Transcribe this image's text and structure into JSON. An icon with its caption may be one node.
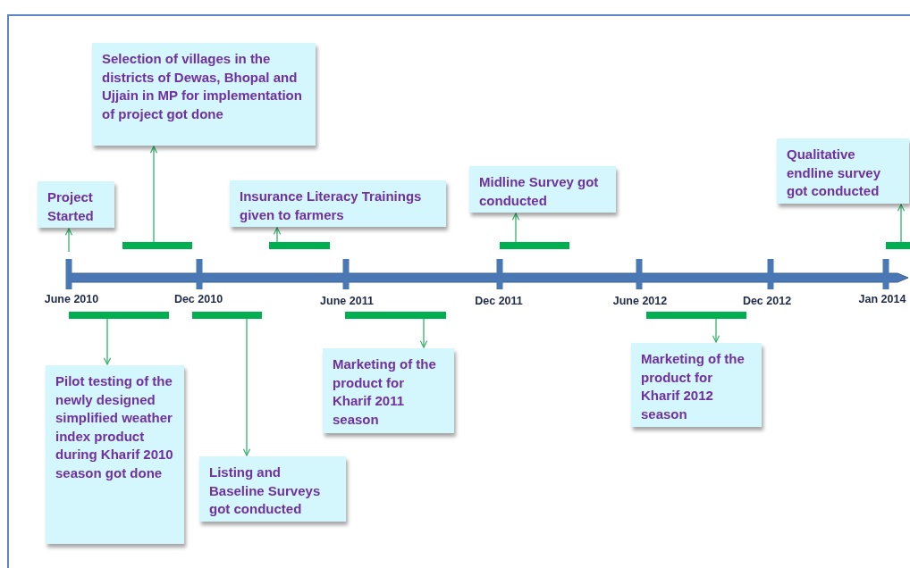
{
  "diagram": {
    "nodes": [
      {
        "text": [
          "Selection of villages in the districts of Dewas, Bhopal and Ujjain in MP for implementation of project got done"
        ]
      },
      {
        "text": [
          "Project Started"
        ]
      },
      {
        "text": [
          "Insurance Literacy Trainings given to farmers"
        ]
      },
      {
        "text": [
          "Midline Survey got conducted"
        ]
      },
      {
        "text": [
          "Qualitative endline survey got conducted"
        ]
      },
      {
        "text": [
          "Pilot testing of the newly designed simplified weather index product during Kharif 2010 season got done"
        ]
      },
      {
        "text": [
          "Listing and Baseline Surveys got conducted"
        ]
      },
      {
        "text": [
          "Marketing of the product for Kharif 2011 season"
        ]
      },
      {
        "text": [
          "Marketing of the product for Kharif 2012 season"
        ]
      },
      {
        "text": [],
        "shape": "bar"
      },
      {
        "text": [],
        "shape": "bar"
      },
      {
        "text": [],
        "shape": "bar"
      },
      {
        "text": [],
        "shape": "bar"
      },
      {
        "text": [],
        "shape": "bar"
      },
      {
        "text": [],
        "shape": "bar"
      },
      {
        "text": [],
        "shape": "bar"
      },
      {
        "text": [],
        "shape": "bar"
      }
    ],
    "edges": [
      {
        "from": 9,
        "to": 0,
        "arrow": "to"
      },
      {
        "from": null,
        "to": 1,
        "arrow": "to"
      },
      {
        "from": 10,
        "to": 2,
        "arrow": "to"
      },
      {
        "from": 11,
        "to": 3,
        "arrow": "to"
      },
      {
        "from": 12,
        "to": 4,
        "arrow": "to"
      },
      {
        "from": 13,
        "to": 5,
        "arrow": "to"
      },
      {
        "from": 14,
        "to": 6,
        "arrow": "to"
      },
      {
        "from": 15,
        "to": 7,
        "arrow": "to"
      },
      {
        "from": 16,
        "to": 8,
        "arrow": "to"
      }
    ],
    "labels": [
      "June 2010",
      "Dec 2010",
      "June 2011",
      "Dec 2011",
      "June 2012",
      "Dec 2012",
      "Jan 2014"
    ]
  }
}
